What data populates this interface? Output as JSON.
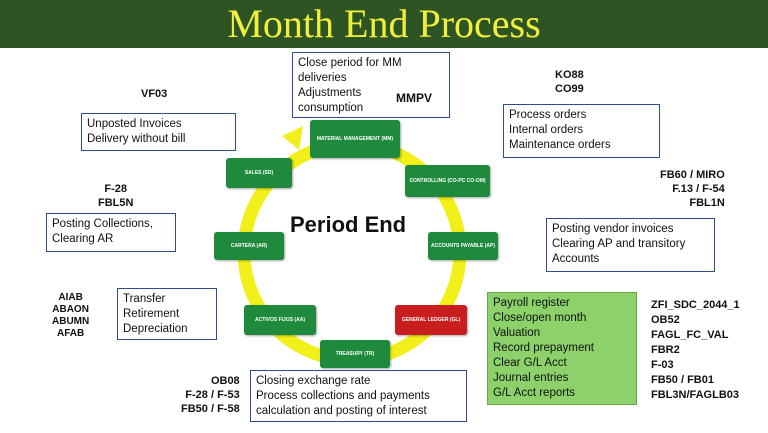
{
  "title": "Month End Process",
  "center_label": "Period End",
  "nodes": {
    "mm": "MATERIAL MANAGEMENT (MM)",
    "co": "CONTROLLING (CO-PC CO-OM)",
    "ap": "ACCOUNTS PAYABLE (AP)",
    "gl": "GENERAL LEDGER (GL)",
    "tr": "TREASURY (TR)",
    "aa": "ACTIVOS FIJOS (AA)",
    "ar": "CARTERA (AR)",
    "sd": "SALES (SD)"
  },
  "boxes": {
    "mm": [
      "Close period for MM",
      "deliveries",
      "Adjustments",
      "consumption"
    ],
    "sd": [
      "Unposted Invoices",
      "Delivery without bill"
    ],
    "co": [
      "Process orders",
      "Internal orders",
      "Maintenance orders"
    ],
    "ar": [
      "Posting Collections,",
      "Clearing AR"
    ],
    "ap": [
      "Posting vendor invoices",
      "Clearing AP and transitory",
      "Accounts"
    ],
    "aa": [
      "Transfer",
      "Retirement",
      "Depreciation"
    ],
    "gl": [
      "Payroll register",
      "Close/open month",
      "Valuation",
      "Record prepayment",
      "Clear G/L Acct",
      "Journal entries",
      "G/L Acct reports"
    ],
    "tr": [
      "Closing exchange rate",
      "Process collections and payments",
      "calculation and posting of interest"
    ]
  },
  "tcodes": {
    "mm": "MMPV",
    "sd": "VF03",
    "co": [
      "KO88",
      "CO99"
    ],
    "ar": [
      "F-28",
      "FBL5N"
    ],
    "ap": [
      "FB60 / MIRO",
      "F.13 / F-54",
      "FBL1N"
    ],
    "aa": [
      "AIAB",
      "ABAON",
      "ABUMN",
      "AFAB"
    ],
    "gl": [
      "ZFI_SDC_2044_1",
      "OB52",
      "FAGL_FC_VAL",
      "FBR2",
      "F-03",
      "FB50  /  FB01",
      "FBL3N/FAGLB03"
    ],
    "tr": [
      "OB08",
      "F-28  /  F-53",
      "FB50 / F-58"
    ]
  },
  "colors": {
    "title_bg": "#2e5423",
    "title_text": "#f2ef3c",
    "ring": "#f2ef1a",
    "node": "#1f8a3c",
    "node_alert": "#c81e1e",
    "gl_box": "#8cd16a",
    "box_border": "#2f4d8e"
  }
}
